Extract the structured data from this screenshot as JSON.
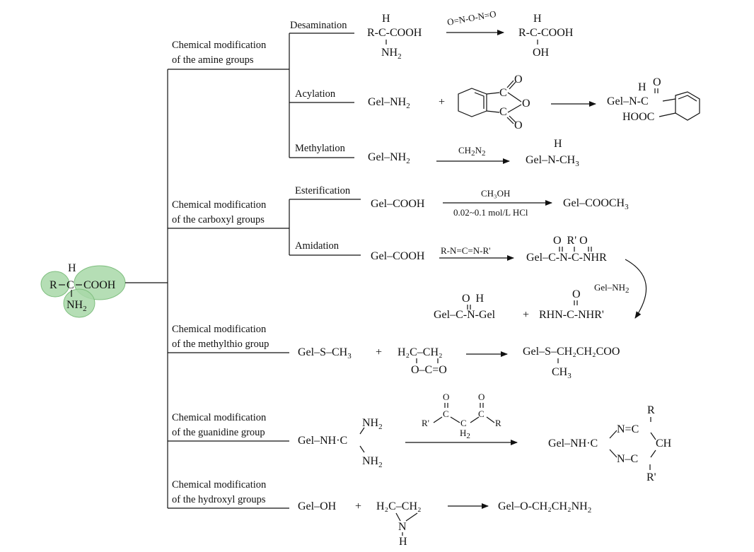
{
  "center": {
    "h": "H",
    "r": "R",
    "c": "C",
    "cooh": "COOH",
    "nh2": "NH",
    "sub2": "2"
  },
  "branches": [
    {
      "title1": "Chemical modification",
      "title2": "of the amine groups",
      "subs": [
        "Desamination",
        "Acylation",
        "Methylation"
      ]
    },
    {
      "title1": "Chemical modification",
      "title2": "of the carboxyl groups",
      "subs": [
        "Esterification",
        "Amidation"
      ]
    },
    {
      "title1": "Chemical modification",
      "title2": "of the methylthio group"
    },
    {
      "title1": "Chemical modification",
      "title2": "of the guanidine group"
    },
    {
      "title1": "Chemical modification",
      "title2": "of the hydroxyl groups"
    }
  ],
  "reactions": {
    "desamination": {
      "reactant_top": "H",
      "reactant_mid": "R-C-COOH",
      "reactant_bot": "NH",
      "reagent": "O=N-O-N=O",
      "product_top": "H",
      "product_mid": "R-C-COOH",
      "product_bot": "OH"
    },
    "acylation": {
      "reactant": "Gel–NH",
      "plus": "+",
      "anhydride_c1": "C",
      "anhydride_c2": "C",
      "anhydride_o": "O",
      "o_top": "O",
      "o_bot": "O",
      "product_h": "H",
      "product_o": "O",
      "product_gel": "Gel–N-C",
      "product_hooc": "HOOC"
    },
    "methylation": {
      "reactant": "Gel–NH",
      "reagent": "CH",
      "reagent_sub": "2",
      "reagent_n": "N",
      "product_h": "H",
      "product": "Gel–N-CH"
    },
    "esterification": {
      "reactant": "Gel–COOH",
      "reagent_top": "CH₃OH",
      "reagent_bot": "0.02~0.1 mol/L HCl",
      "product": "Gel–COOCH"
    },
    "amidation": {
      "reactant": "Gel–COOH",
      "reagent": "R-N=C=N-R'",
      "product_top": "O  R' O",
      "product": "Gel–C-N-C-NHR",
      "second_reagent": "Gel–NH",
      "final_top_left": "O  H",
      "final_left": "Gel–C-N-Gel",
      "final_plus": "+",
      "final_top_right": "O",
      "final_right": "RHN-C-NHR'"
    },
    "methylthio": {
      "reactant": "Gel–S–CH",
      "plus": "+",
      "lactone_top": "H₂C–CH₂",
      "lactone_bot": "O–C=O",
      "product": "Gel–S–CH₂CH₂COO",
      "product_bot": "CH"
    },
    "guanidine": {
      "reactant": "Gel–NH·C",
      "nh2_top": "NH",
      "nh2_bot": "NH",
      "diketone_o1": "O",
      "diketone_o2": "O",
      "diketone_c1": "C",
      "diketone_c2": "C",
      "diketone_ch2": "C",
      "diketone_h2": "H",
      "diketone_r1": "R'",
      "diketone_r2": "R",
      "product_left": "Gel–NH·C",
      "product_r": "R",
      "product_r2": "R'",
      "product_n1": "N=C",
      "product_ch": "CH",
      "product_n2": "N–C"
    },
    "hydroxyl": {
      "reactant": "Gel–OH",
      "plus": "+",
      "aziridine_top": "H₂C–CH₂",
      "aziridine_n": "N",
      "aziridine_h": "H",
      "product": "Gel–O-CH₂CH₂NH"
    }
  }
}
